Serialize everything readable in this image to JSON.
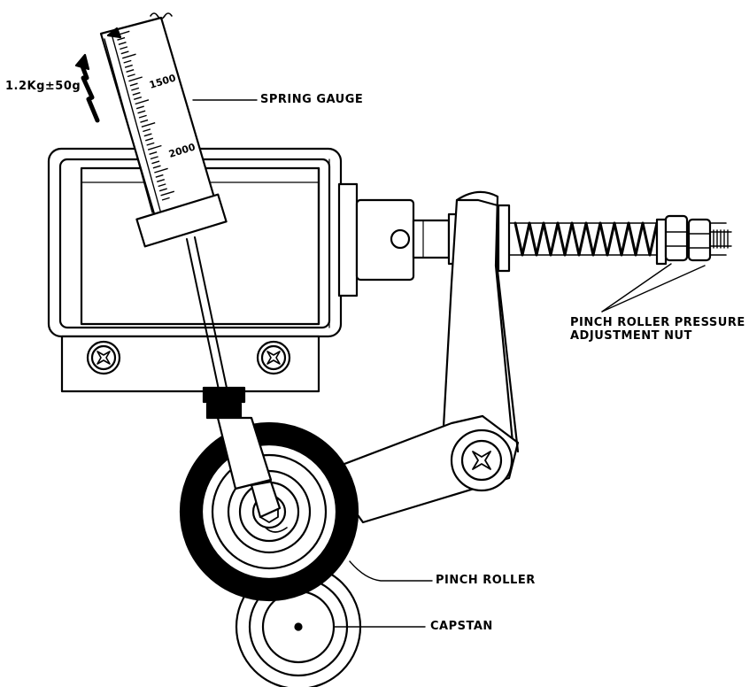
{
  "labels": {
    "tension": "1.2Kg±50g",
    "spring_gauge": "SPRING GAUGE",
    "adjust_line1": "PINCH ROLLER PRESSURE",
    "adjust_line2": "ADJUSTMENT NUT",
    "pinch_roller": "PINCH ROLLER",
    "capstan": "CAPSTAN"
  },
  "scale": {
    "mark_1500": "1500",
    "mark_2000": "2000"
  },
  "colors": {
    "ink": "#000000",
    "paper": "#ffffff"
  }
}
